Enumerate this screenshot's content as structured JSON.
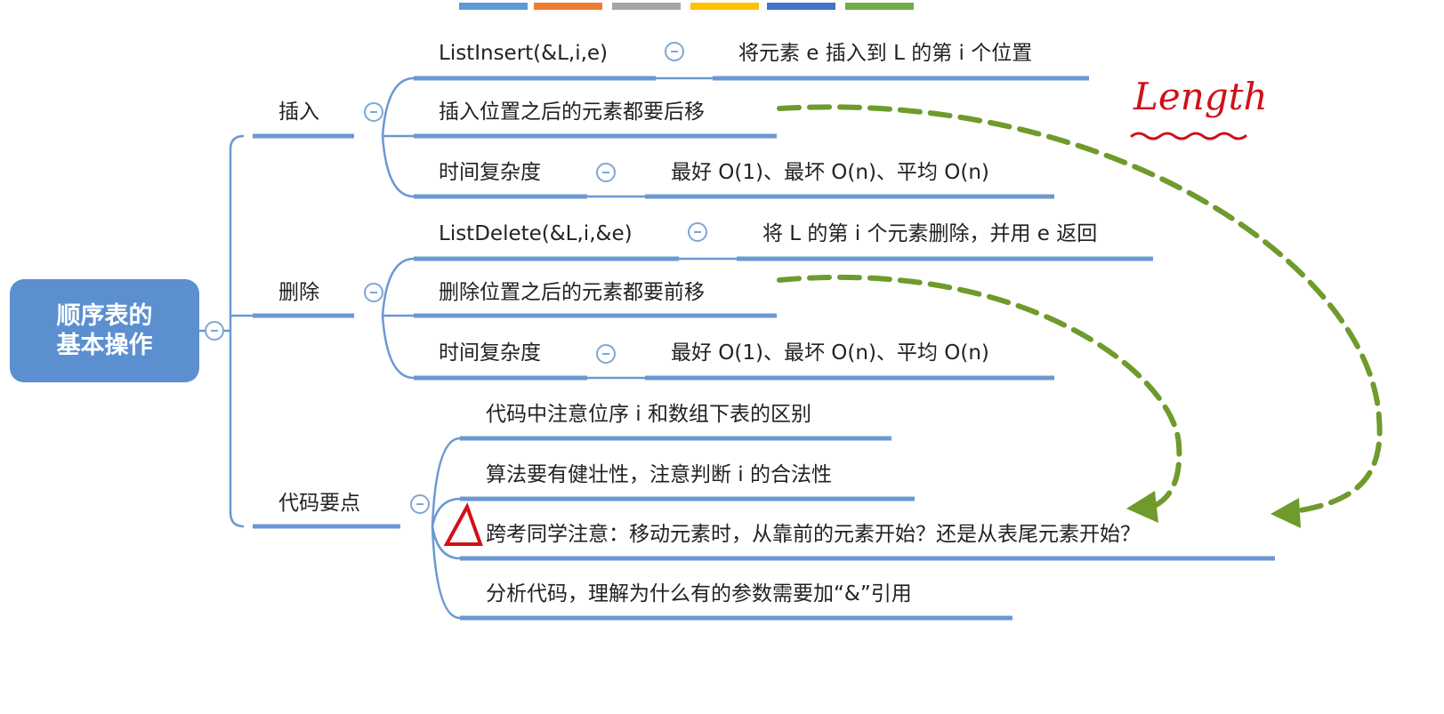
{
  "root": {
    "line1": "顺序表的",
    "line2": "基本操作"
  },
  "branches": {
    "insert": {
      "label": "插入",
      "children": [
        {
          "text": "ListInsert(&L,i,e)",
          "detail": "将元素 e 插入到 L 的第 i 个位置"
        },
        {
          "text": "插入位置之后的元素都要后移"
        },
        {
          "text": "时间复杂度",
          "detail": "最好 O(1)、最坏 O(n)、平均 O(n)"
        }
      ]
    },
    "delete": {
      "label": "删除",
      "children": [
        {
          "text": "ListDelete(&L,i,&e)",
          "detail": "将 L 的第 i 个元素删除，并用 e 返回"
        },
        {
          "text": "删除位置之后的元素都要前移"
        },
        {
          "text": "时间复杂度",
          "detail": "最好 O(1)、最坏 O(n)、平均 O(n)"
        }
      ]
    },
    "code": {
      "label": "代码要点",
      "children": [
        {
          "text": "代码中注意位序 i 和数组下表的区别"
        },
        {
          "text": "算法要有健壮性，注意判断 i 的合法性"
        },
        {
          "text": "跨考同学注意：移动元素时，从靠前的元素开始？还是从表尾元素开始？"
        },
        {
          "text": "分析代码，理解为什么有的参数需要加“&”引用"
        }
      ]
    }
  },
  "annotation": {
    "handwritten": "Length"
  },
  "colors": {
    "node_blue": "#5b8fd0",
    "line_blue": "#6b98d2",
    "arrow_green": "#6f9a2c",
    "ink_red": "#d0101a",
    "tabs": [
      "#5b9bd5",
      "#ed7d31",
      "#a5a5a5",
      "#ffc000",
      "#4472c4",
      "#70ad47"
    ]
  }
}
